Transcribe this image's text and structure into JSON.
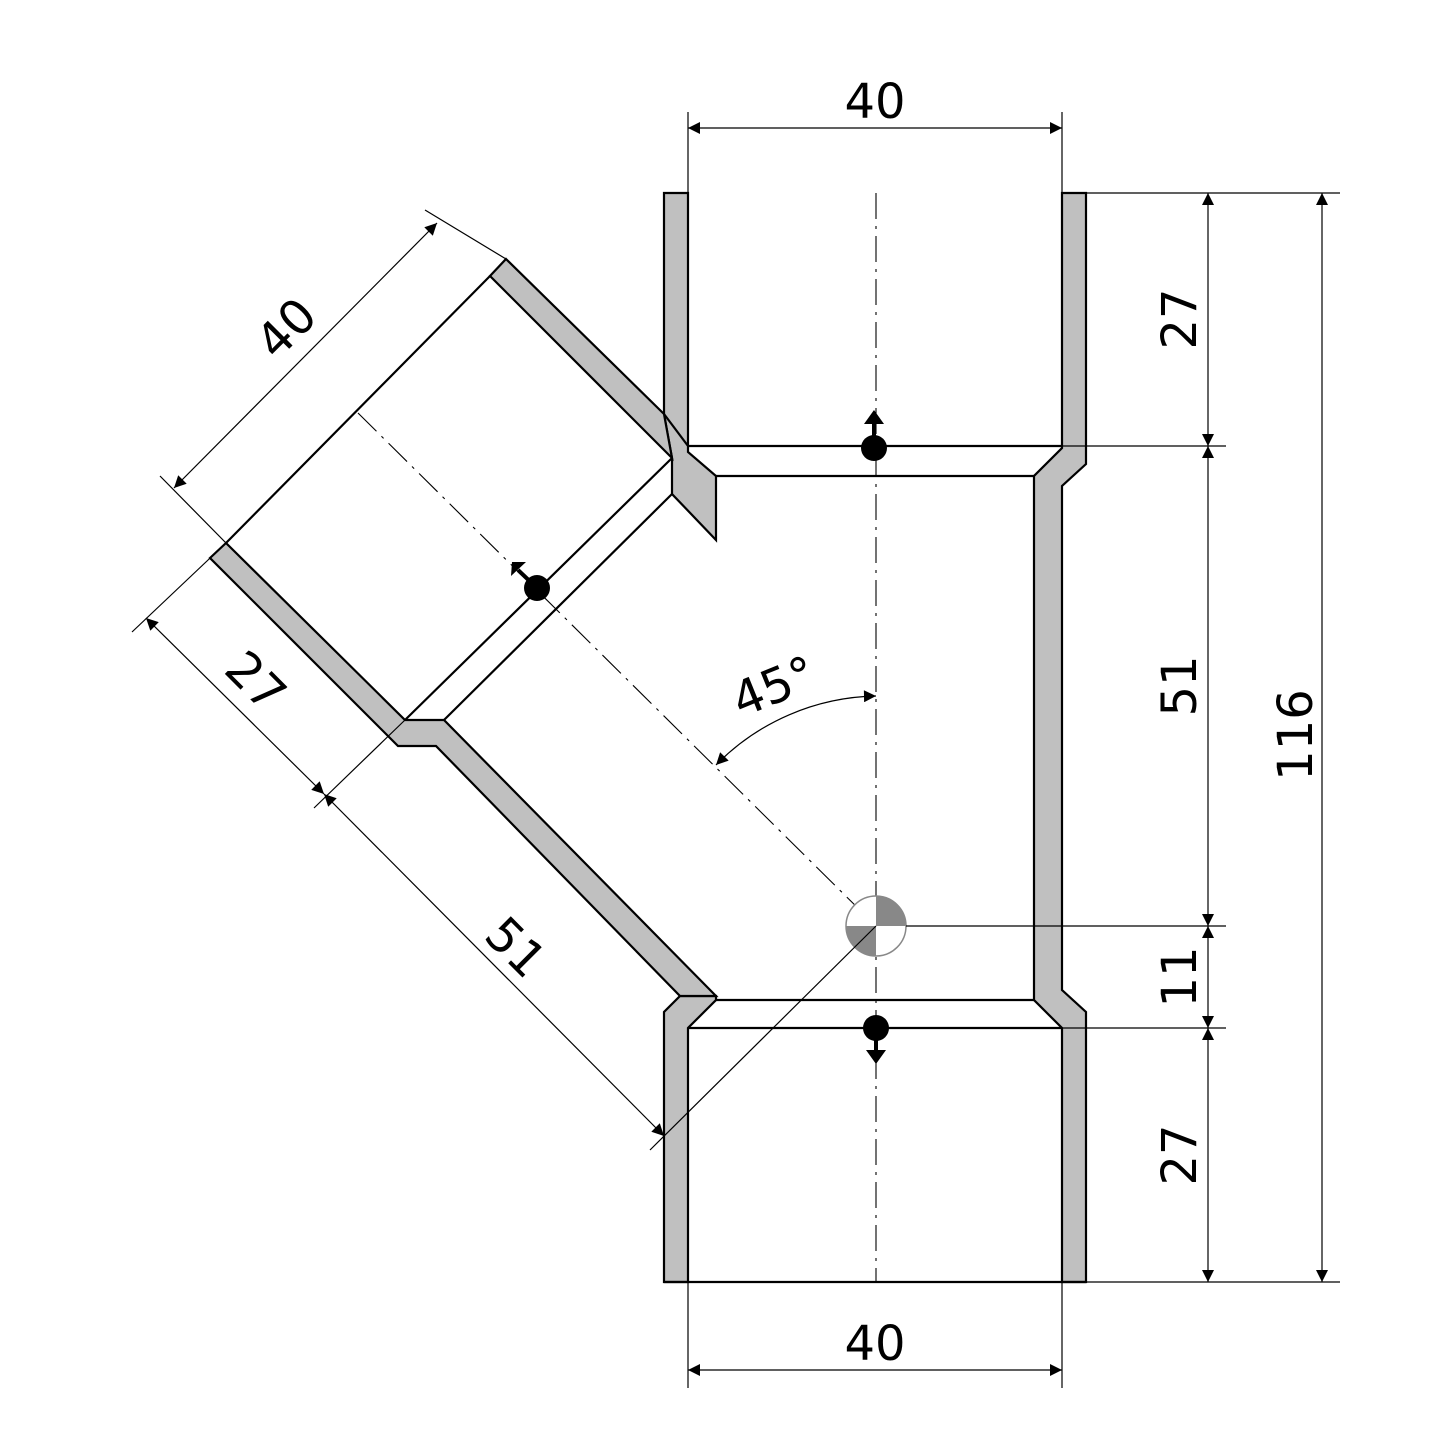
{
  "dimensions": {
    "top_width": "40",
    "bottom_width": "40",
    "branch_width": "40",
    "top_socket_depth": "27",
    "middle_length": "51",
    "lower_offset": "11",
    "bottom_socket_depth": "27",
    "total_height": "116",
    "branch_socket_depth": "27",
    "branch_length": "51",
    "branch_angle": "45°"
  },
  "colors": {
    "wall_fill": "#c0c0c0",
    "line": "#000000",
    "background": "#ffffff"
  },
  "icons": {
    "insertion_marks": [
      "pin-arrow-up-icon",
      "pin-arrow-branch-icon",
      "pin-arrow-down-icon"
    ],
    "center": "center-of-gravity-icon"
  }
}
